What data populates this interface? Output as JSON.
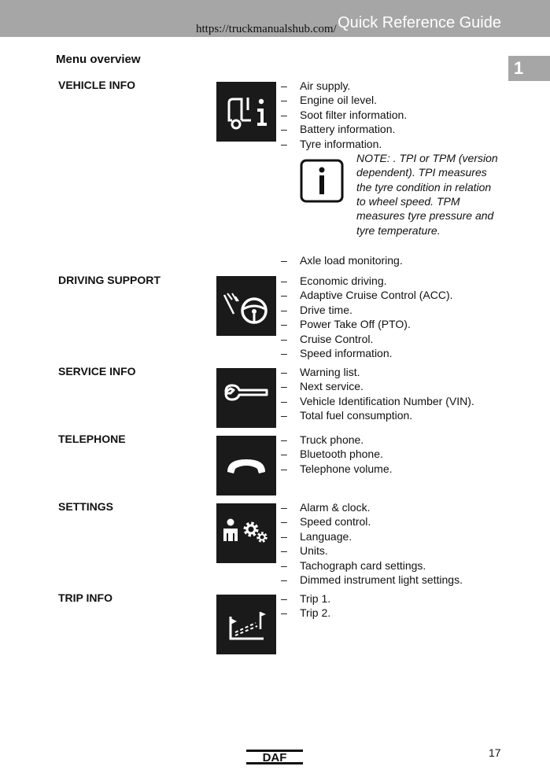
{
  "header": {
    "title": "Quick Reference Guide",
    "url": "https://truckmanualshub.com/"
  },
  "chapter_number": "1",
  "page_title": "Menu overview",
  "sections": {
    "vehicle_info": {
      "label": "VEHICLE INFO",
      "icon": "truck-info-icon",
      "items": [
        "Air supply.",
        "Engine oil level.",
        "Soot filter information.",
        "Battery information.",
        "Tyre information.",
        "Axle load monitoring."
      ],
      "note": "NOTE: . TPI or TPM (version dependent). TPI measures the tyre condition in relation to wheel speed. TPM measures tyre pressure and tyre temperature."
    },
    "driving_support": {
      "label": "DRIVING SUPPORT",
      "icon": "steering-wheel-icon",
      "items": [
        "Economic driving.",
        "Adaptive Cruise Control (ACC).",
        "Drive time.",
        "Power Take Off (PTO).",
        "Cruise Control.",
        "Speed information."
      ]
    },
    "service_info": {
      "label": "SERVICE INFO",
      "icon": "wrench-icon",
      "items": [
        "Warning list.",
        "Next service.",
        "Vehicle Identification Number (VIN).",
        "Total fuel consumption."
      ]
    },
    "telephone": {
      "label": "TELEPHONE",
      "icon": "phone-handset-icon",
      "items": [
        "Truck phone.",
        "Bluetooth phone.",
        "Telephone volume."
      ]
    },
    "settings": {
      "label": "SETTINGS",
      "icon": "person-gears-icon",
      "items": [
        "Alarm & clock.",
        "Speed control.",
        "Language.",
        "Units.",
        "Tachograph card settings.",
        "Dimmed instrument light settings."
      ]
    },
    "trip_info": {
      "label": "TRIP INFO",
      "icon": "trip-flags-icon",
      "items": [
        "Trip 1.",
        "Trip 2."
      ]
    }
  },
  "dash": "–",
  "page_number": "17",
  "logo": {
    "text": "DAF",
    "icon": "daf-logo"
  }
}
